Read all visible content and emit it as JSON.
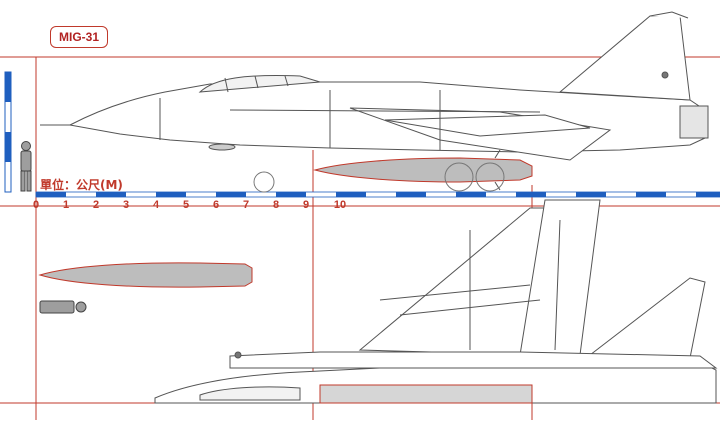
{
  "title": "MIG-31",
  "unit_label": "單位：公尺(M)",
  "scale": {
    "ticks": [
      "0",
      "1",
      "2",
      "3",
      "4",
      "5",
      "6",
      "7",
      "8",
      "9",
      "10"
    ]
  },
  "colors": {
    "red": "#c0392b",
    "blue": "#1f5fbf",
    "line": "#555555",
    "gray": "#bdbdbd"
  }
}
